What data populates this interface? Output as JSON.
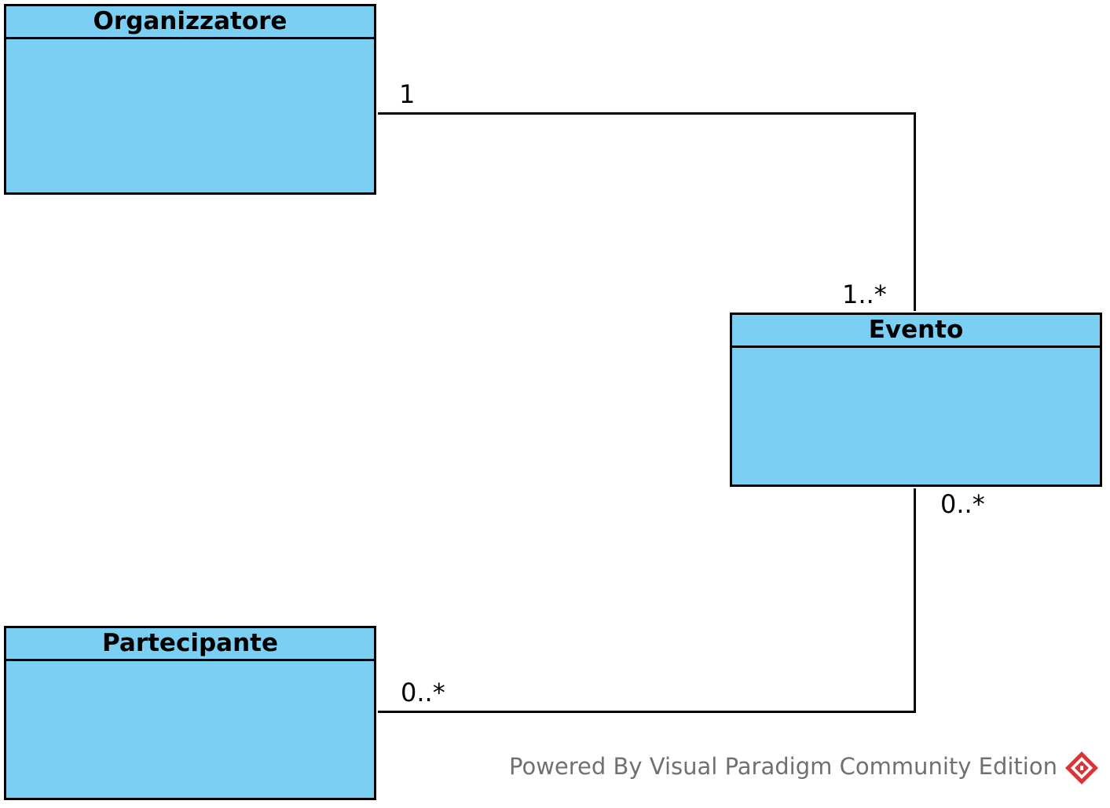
{
  "diagram": {
    "classes": [
      {
        "id": "organizzatore",
        "name": "Organizzatore"
      },
      {
        "id": "evento",
        "name": "Evento"
      },
      {
        "id": "partecipante",
        "name": "Partecipante"
      }
    ],
    "associations": [
      {
        "from": "Organizzatore",
        "to": "Evento",
        "from_multiplicity": "1",
        "to_multiplicity": "1..*"
      },
      {
        "from": "Evento",
        "to": "Partecipante",
        "from_multiplicity": "0..*",
        "to_multiplicity": "0..*"
      }
    ],
    "colors": {
      "class_fill": "#7acff3",
      "class_border": "#000000",
      "watermark_text": "#707070",
      "logo_red": "#d9343a"
    }
  },
  "watermark": {
    "text": "Powered By Visual Paradigm Community Edition",
    "logo_icon": "visual-paradigm-logo-icon"
  }
}
